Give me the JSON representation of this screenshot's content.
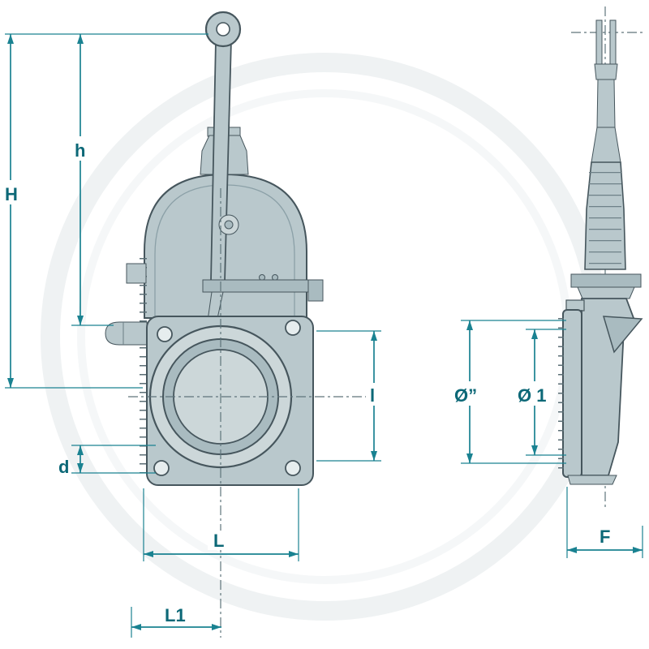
{
  "diagram": {
    "type": "technical-drawing",
    "title": "Gate valve dimensional drawing",
    "views": {
      "front": "front view with pull-ring lever, domed bonnet and round flange with 4 bolt holes",
      "side": "side profile view with fork top, wedge body and flange plate"
    },
    "labels": {
      "H": "H",
      "h": "h",
      "d": "d",
      "l": "l",
      "L": "L",
      "L1": "L1",
      "dia_inch": "Ø”",
      "dia_1": "Ø 1",
      "F": "F"
    },
    "colors": {
      "dimension_line": "#1a8291",
      "label_text": "#0c6877",
      "body_fill": "#b9c8cc",
      "body_fill_dark": "#a9bbc0",
      "body_fill_light": "#ccd7d9",
      "body_outline": "#46565d",
      "centerline": "#5f747b",
      "watermark": "#eff2f3",
      "background": "#ffffff"
    }
  }
}
